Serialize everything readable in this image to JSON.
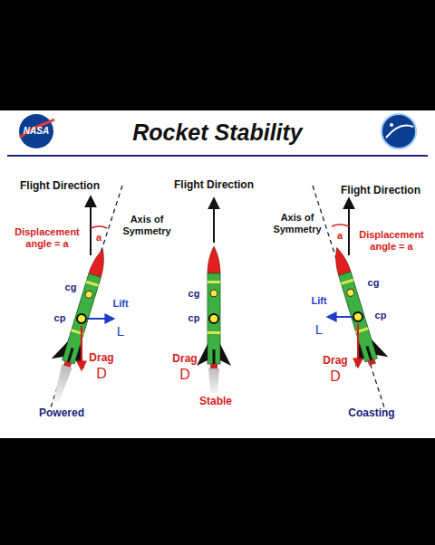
{
  "diagram": {
    "title": "Rocket Stability",
    "labels": [
      "NASA",
      "Flight Direction",
      "Flight Direction",
      "Flight Direction",
      "Displacement angle = a",
      "a",
      "Axis of Symmetry",
      "Axis of Symmetry",
      "a",
      "Displacement angle = a",
      "cg",
      "cp",
      "Lift",
      "L",
      "Drag",
      "D",
      "Powered",
      "cg",
      "cp",
      "Drag",
      "D",
      "Stable",
      "Lift",
      "L",
      "cg",
      "cp",
      "Drag",
      "D",
      "Coasting"
    ]
  }
}
